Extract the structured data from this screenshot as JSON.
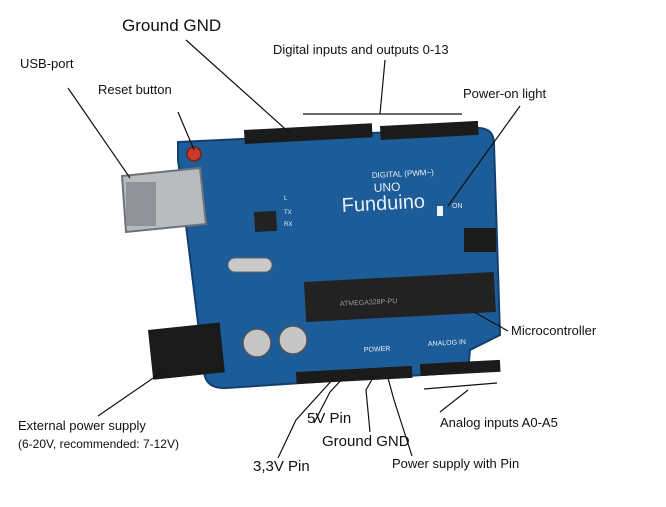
{
  "labels": {
    "ground_top": "Ground GND",
    "digital_io": "Digital inputs and outputs 0-13",
    "usb_port": "USB-port",
    "reset_button": "Reset button",
    "power_on_light": "Power-on light",
    "microcontroller": "Microcontroller",
    "external_power": "External power supply",
    "external_power_note": "(6-20V, recommended: 7-12V)",
    "five_v_pin": "5V Pin",
    "ground_bottom": "Ground GND",
    "three_v_pin": "3,3V Pin",
    "power_supply_pin": "Power supply with Pin",
    "analog_inputs": "Analog inputs A0-A5"
  },
  "board": {
    "brand": "Funduino",
    "model": "UNO",
    "digital_caption": "DIGITAL (PWM~)",
    "analog_caption": "ANALOG IN",
    "power_caption": "POWER",
    "on_caption": "ON",
    "tx_caption": "TX",
    "rx_caption": "RX",
    "l_caption": "L",
    "chip_marking": "ATMEGA328P-PU"
  },
  "colors": {
    "pcb": "#1c5c98",
    "pcb_dark": "#123f6e",
    "header": "#1b1b1b",
    "usb": "#b9bcbf",
    "reset": "#c83a2a",
    "chip": "#222222"
  }
}
